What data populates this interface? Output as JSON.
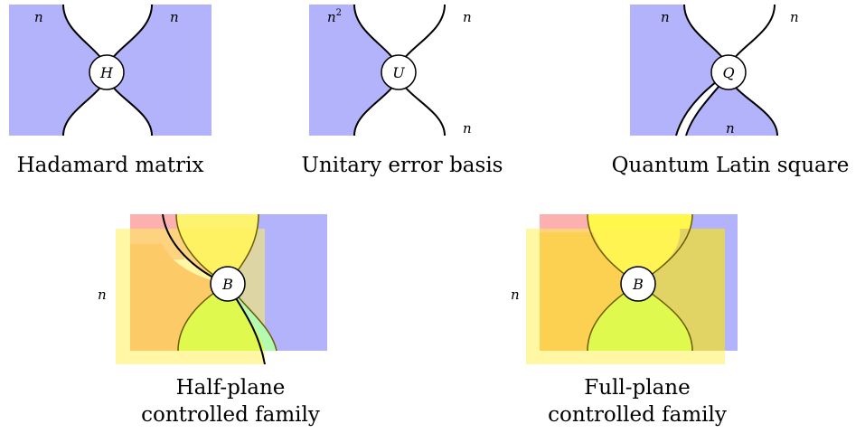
{
  "diagrams": [
    {
      "caption_lines": [
        "Hadamard matrix"
      ],
      "node_label": "H",
      "labels": [
        "n",
        "n"
      ]
    },
    {
      "caption_lines": [
        "Unitary error basis"
      ],
      "node_label": "U",
      "labels": [
        "n",
        "2",
        "n",
        "n"
      ]
    },
    {
      "caption_lines": [
        "Quantum Latin square"
      ],
      "node_label": "Q",
      "labels": [
        "n",
        "n",
        "n"
      ]
    },
    {
      "caption_lines": [
        "Half-plane",
        "controlled family"
      ],
      "node_label": "B",
      "labels": [
        "n"
      ]
    },
    {
      "caption_lines": [
        "Full-plane",
        "controlled family"
      ],
      "node_label": "B",
      "labels": [
        "n"
      ]
    }
  ],
  "colors": {
    "blue": "#b3b3fc",
    "red": "#fcb0b0",
    "yellow": "#fdf36f",
    "yellow_bright": "#fff84a",
    "orange": "#fcca67",
    "lime": "#dff94f",
    "green": "#b3fbb1",
    "olive": "#e1d465",
    "translucent_yellow": "rgba(255,240,90,0.55)"
  }
}
